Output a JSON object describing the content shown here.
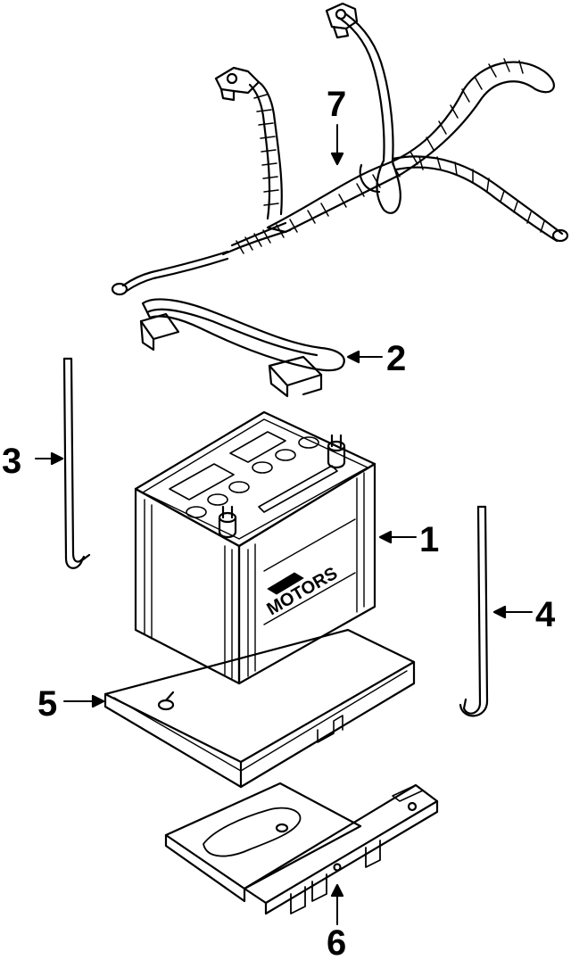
{
  "callouts": {
    "battery": "1",
    "hold_down": "2",
    "rod_left": "3",
    "rod_right": "4",
    "tray": "5",
    "bracket": "6",
    "cable": "7"
  },
  "battery_brand": "MOTORS"
}
